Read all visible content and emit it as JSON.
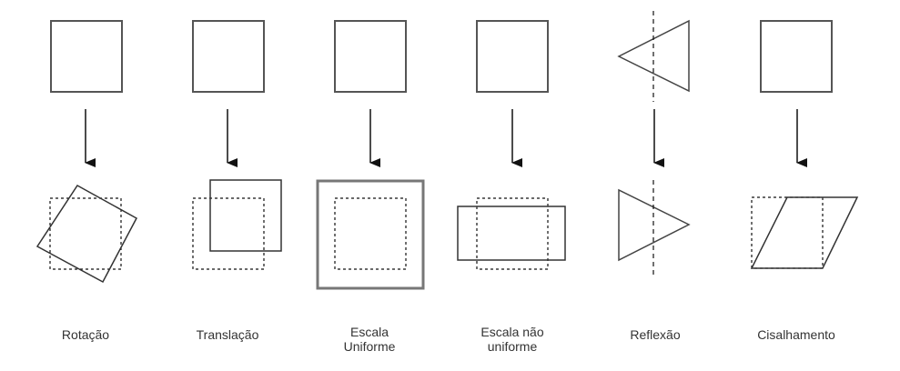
{
  "transforms": [
    {
      "id": "rotation",
      "label": "Rotação"
    },
    {
      "id": "translation",
      "label": "Translação"
    },
    {
      "id": "uniform-scale",
      "label": "Escala\nUniforme"
    },
    {
      "id": "non-uniform-scale",
      "label": "Escala não\nuniforme"
    },
    {
      "id": "reflection",
      "label": "Reflexão"
    },
    {
      "id": "shear",
      "label": "Cisalhamento"
    }
  ],
  "colors": {
    "stroke": "#333333",
    "thick_stroke": "#777777",
    "text": "#333333",
    "background": "#ffffff"
  }
}
